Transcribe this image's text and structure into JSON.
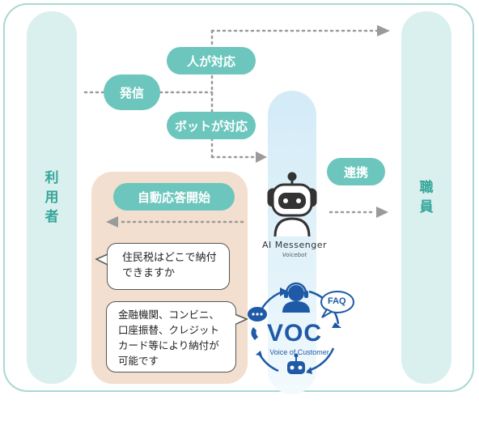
{
  "columns": {
    "user_label": "利\n用\n者",
    "staff_label": "職\n員"
  },
  "labels": {
    "send": "発信",
    "human": "人が対応",
    "bot": "ボットが対応",
    "link": "連携",
    "auto_start": "自動応答開始"
  },
  "ai": {
    "name": "AI Messenger",
    "sub": "Voicebot"
  },
  "chat": {
    "question": "住民税はどこで納付\nできますか",
    "answer": "金融機関、コンビニ、\n口座振替、クレジット\nカード等により納付が\n可能です"
  },
  "voc": {
    "title": "VOC",
    "subtitle": "Voice of Customer",
    "faq": "FAQ"
  },
  "colors": {
    "teal": "#6cc6bd",
    "pillar": "#d9f0ee",
    "peach": "#f2dfcf",
    "blue": "#1e5aa6"
  }
}
